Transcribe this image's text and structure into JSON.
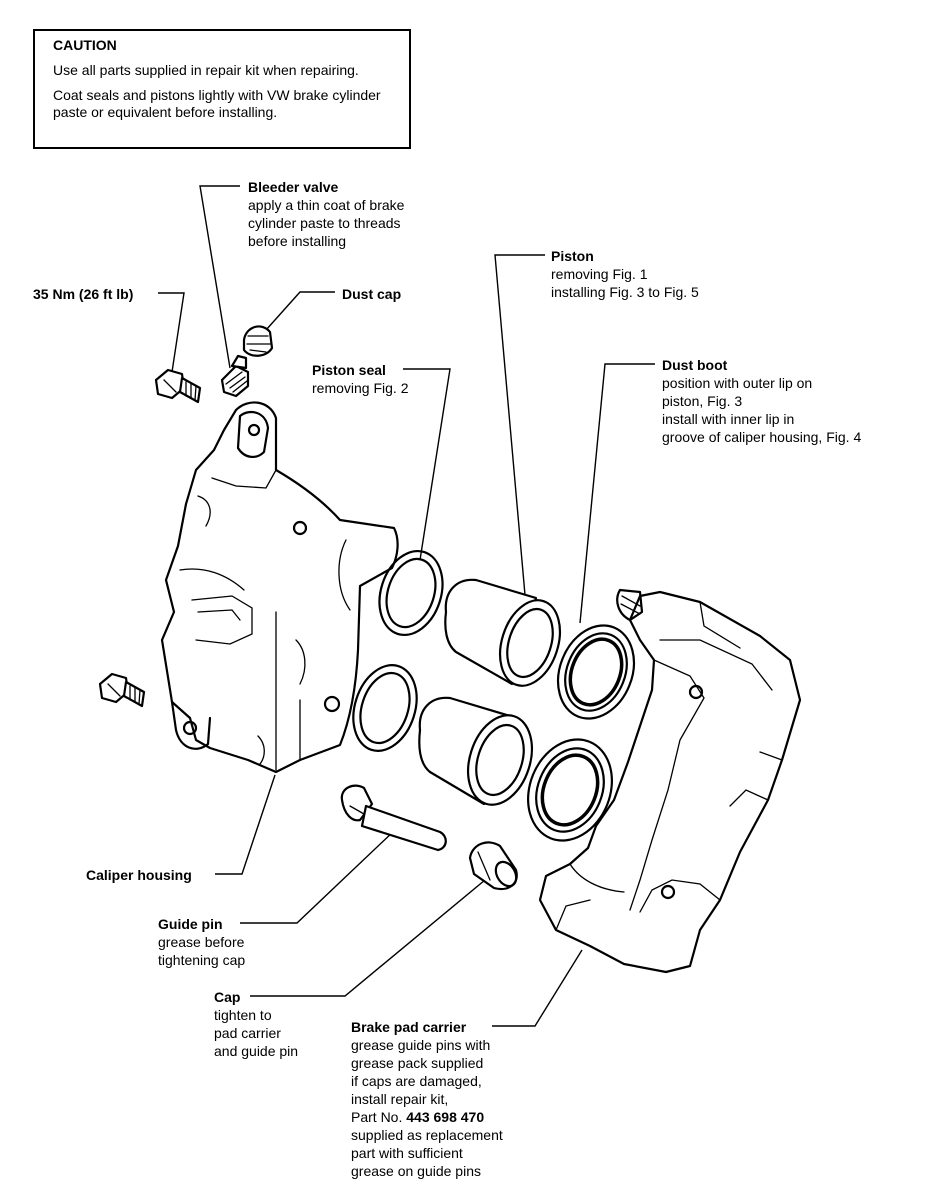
{
  "caution": {
    "title": "CAUTION",
    "line1": "Use all parts supplied in repair kit when repairing.",
    "line2": "Coat seals and pistons lightly with VW brake cylinder paste or equivalent before installing."
  },
  "labels": {
    "bleeder_valve": {
      "title": "Bleeder valve",
      "lines": [
        "apply a thin coat of brake",
        "cylinder paste to threads",
        "before installing"
      ]
    },
    "torque": {
      "title": "35 Nm (26 ft lb)"
    },
    "dust_cap": {
      "title": "Dust cap"
    },
    "piston": {
      "title": "Piston",
      "lines": [
        "removing Fig. 1",
        "installing Fig. 3 to Fig. 5"
      ]
    },
    "piston_seal": {
      "title": "Piston seal",
      "lines": [
        "removing Fig. 2"
      ]
    },
    "dust_boot": {
      "title": "Dust boot",
      "lines": [
        "position with outer lip on",
        "piston, Fig. 3",
        "install with inner lip in",
        "groove of caliper housing, Fig. 4"
      ]
    },
    "caliper_housing": {
      "title": "Caliper housing"
    },
    "guide_pin": {
      "title": "Guide pin",
      "lines": [
        "grease before",
        "tightening cap"
      ]
    },
    "cap": {
      "title": "Cap",
      "lines": [
        "tighten to",
        "pad carrier",
        "and guide pin"
      ]
    },
    "brake_pad_carrier": {
      "title": "Brake pad carrier",
      "lines": [
        "grease guide pins with",
        "grease pack supplied",
        "if caps are damaged,",
        "install repair kit,"
      ],
      "part_prefix": "Part No. ",
      "part_number": "443 698 470",
      "lines2": [
        "supplied as replacement",
        "part with sufficient",
        "grease on guide pins"
      ]
    }
  }
}
